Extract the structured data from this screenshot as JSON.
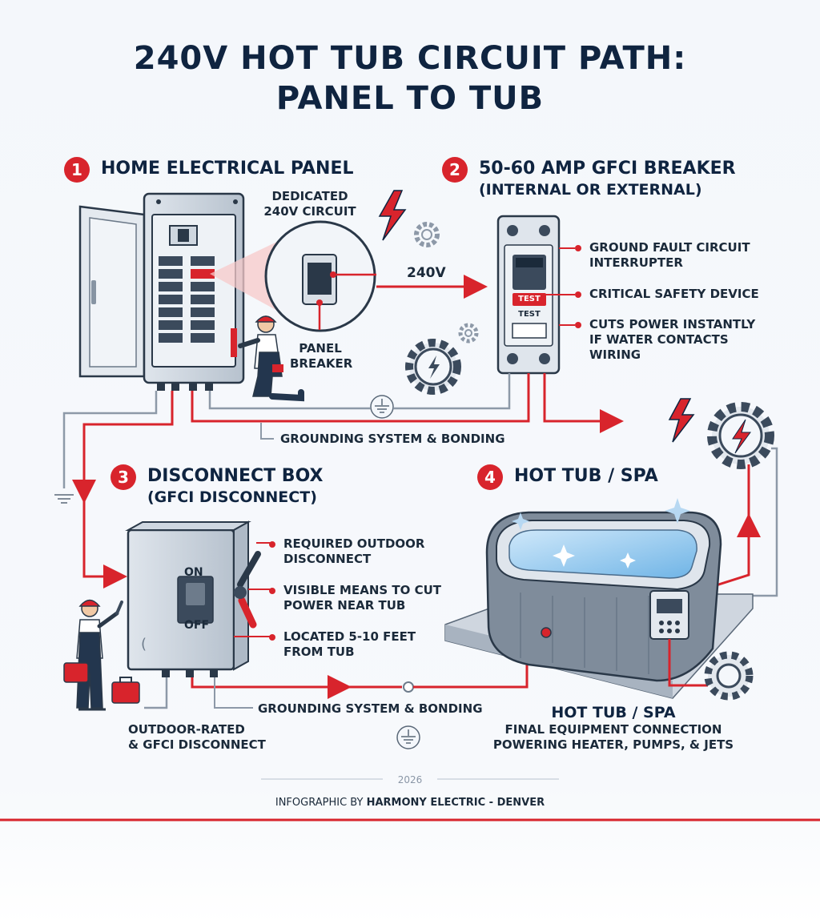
{
  "title": {
    "line1": "240V HOT TUB CIRCUIT PATH:",
    "line2": "PANEL TO TUB"
  },
  "sections": [
    {
      "number": "1",
      "title": "HOME ELECTRICAL PANEL",
      "subtitle": ""
    },
    {
      "number": "2",
      "title": "50-60 AMP GFCI BREAKER",
      "subtitle": "(INTERNAL OR EXTERNAL)"
    },
    {
      "number": "3",
      "title": "DISCONNECT BOX",
      "subtitle": "(GFCI DISCONNECT)"
    },
    {
      "number": "4",
      "title": "HOT TUB / SPA",
      "subtitle": ""
    }
  ],
  "panel": {
    "dedicated_label": "DEDICATED 240V CIRCUIT",
    "breaker_label": "PANEL BREAKER",
    "voltage_label": "240V"
  },
  "gfci": {
    "test_button": "TEST",
    "test_label": "TEST",
    "bullets": [
      "GROUND FAULT CIRCUIT INTERRUPTER",
      "CRITICAL SAFETY DEVICE",
      "CUTS POWER INSTANTLY IF WATER CONTACTS WIRING"
    ]
  },
  "grounding_label_1": "GROUNDING SYSTEM & BONDING",
  "grounding_label_2": "GROUNDING SYSTEM & BONDING",
  "disconnect": {
    "on": "ON",
    "off": "OFF",
    "bullets": [
      "REQUIRED OUTDOOR DISCONNECT",
      "VISIBLE MEANS TO CUT POWER NEAR TUB",
      "LOCATED 5-10 FEET FROM TUB"
    ],
    "caption_line1": "OUTDOOR-RATED",
    "caption_line2": "& GFCI DISCONNECT"
  },
  "tub": {
    "caption_title": "HOT TUB / SPA",
    "caption_line1": "FINAL EQUIPMENT CONNECTION",
    "caption_line2": "POWERING HEATER, PUMPS, & JETS"
  },
  "footer": {
    "year": "2026",
    "credit_prefix": "INFOGRAPHIC BY ",
    "credit_name": "HARMONY ELECTRIC - DENVER"
  },
  "colors": {
    "accent_red": "#d8242c",
    "navy": "#0f2440",
    "steel": "#c7d0db",
    "water": "#8fc8ee"
  }
}
